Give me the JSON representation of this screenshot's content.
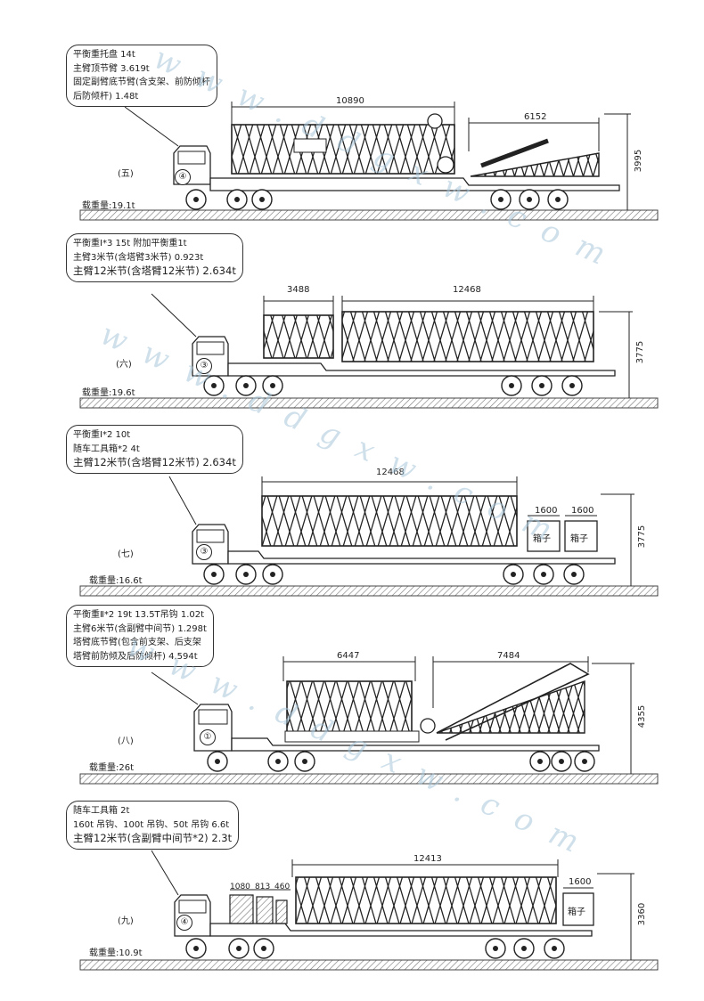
{
  "watermark": "www.ddgxw.com",
  "panels": [
    {
      "id": "5",
      "stage": "(五)",
      "truck_no": "④",
      "load_label": "载重量:",
      "load_value": "19.1t",
      "callout": [
        "平衡重托盘  14t",
        "主臂顶节臂  3.619t",
        "固定副臂底节臂(含支架、前防倾杆",
        "后防倾杆)  1.48t"
      ],
      "dims": [
        "10890",
        "6152"
      ],
      "height": "3995"
    },
    {
      "id": "6",
      "stage": "(六)",
      "truck_no": "③",
      "load_label": "载重量:",
      "load_value": "19.6t",
      "callout": [
        "平衡重Ⅰ*3    15t 附加平衡重1t",
        "主臂3米节(含塔臂3米节)  0.923t",
        "主臂12米节(含塔臂12米节)  2.634t"
      ],
      "dims": [
        "3488",
        "12468"
      ],
      "height": "3775"
    },
    {
      "id": "7",
      "stage": "(七)",
      "truck_no": "③",
      "load_label": "载重量:",
      "load_value": "16.6t",
      "callout": [
        "平衡重Ⅰ*2  10t",
        "随车工具箱*2  4t",
        "主臂12米节(含塔臂12米节)  2.634t"
      ],
      "dims": [
        "12468",
        "1600",
        "1600"
      ],
      "boxes": [
        "箱子",
        "箱子"
      ],
      "height": "3775"
    },
    {
      "id": "8",
      "stage": "(八)",
      "truck_no": "①",
      "load_label": "载重量:",
      "load_value": "26t",
      "callout": [
        "平衡重Ⅱ*2  19t      13.5T吊钩  1.02t",
        "主臂6米节(含副臂中间节)  1.298t",
        "塔臂底节臂(包含前支架、后支架",
        "塔臂前防倾及后防倾杆)  4.594t"
      ],
      "dims": [
        "6447",
        "7484"
      ],
      "height": "4355"
    },
    {
      "id": "9",
      "stage": "(九)",
      "truck_no": "④",
      "load_label": "载重量:",
      "load_value": "10.9t",
      "callout": [
        "随车工具箱    2t",
        "160t 吊钩、100t 吊钩、50t 吊钩  6.6t",
        "主臂12米节(含副臂中间节*2)  2.3t"
      ],
      "dims": [
        "1080",
        "813",
        "460",
        "12413",
        "1600"
      ],
      "boxes": [
        "箱子"
      ],
      "height": "3360"
    }
  ]
}
